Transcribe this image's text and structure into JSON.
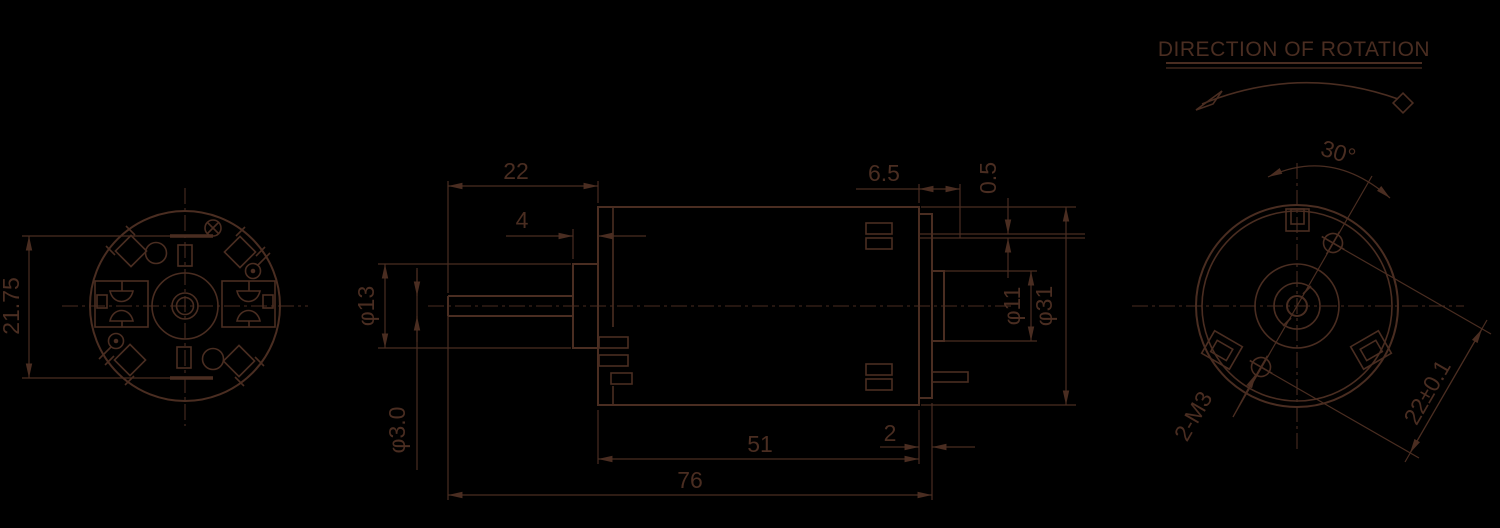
{
  "colors": {
    "ink": "#4a2d21",
    "background": "#000000"
  },
  "views": {
    "rear_view": {
      "height_dim": "21.75"
    },
    "side_view": {
      "shaft_length": "22",
      "collar_offset": "4",
      "rear_length": "6.5",
      "end_play": "0.5",
      "collar_diameter": "φ13",
      "shaft_diameter": "φ3.0",
      "boss_diameter": "φ11",
      "body_diameter": "φ31",
      "body_length": "51",
      "cover_thickness": "2",
      "total_length": "76"
    },
    "front_view": {
      "rotation_label": "DIRECTION OF ROTATION",
      "mount_angle": "30°",
      "screw_spec": "2-M3",
      "hole_spacing": "22±0.1"
    }
  }
}
